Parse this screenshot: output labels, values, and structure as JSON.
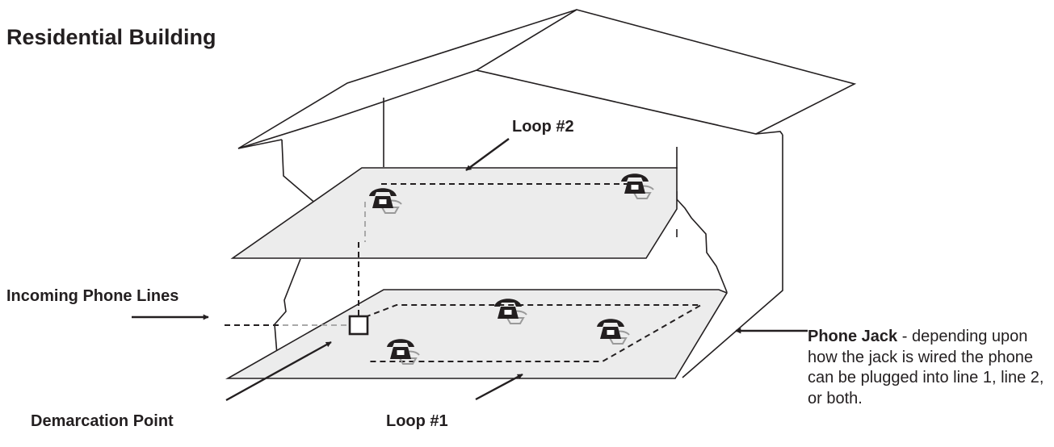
{
  "title": "Residential Building",
  "labels": {
    "loop2": "Loop #2",
    "loop1": "Loop #1",
    "incoming": "Incoming Phone Lines",
    "demarcation": "Demarcation Point",
    "phone_jack_term": "Phone Jack",
    "phone_jack_desc": " - depending upon how the jack is wired the phone can be plugged into line 1, line 2, or both."
  },
  "colors": {
    "ink": "#231f20",
    "floor_fill": "#ececec",
    "gray_line": "#a9a9a9",
    "phone_shadow": "#9a9a9a"
  },
  "icons": [
    "telephone-icon",
    "phone-jack-icon",
    "arrow-icon"
  ]
}
